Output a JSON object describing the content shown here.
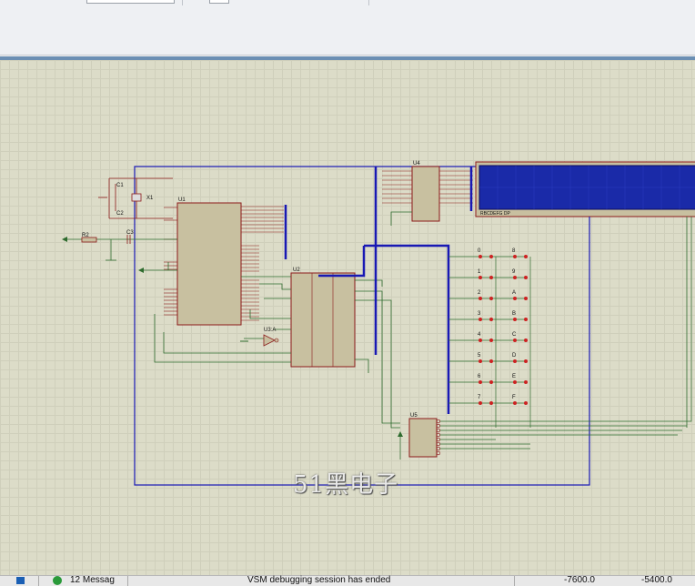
{
  "statusbar": {
    "messages": "12 Messag",
    "status_text": "VSM debugging session has ended",
    "coord_x": "-7600.0",
    "coord_y": "-5400.0"
  },
  "watermark": "51黑电子",
  "components": {
    "c1": "C1",
    "c2": "C2",
    "c3": "C3",
    "x1": "X1",
    "r2": "R2",
    "u1": "U1",
    "u2": "U2",
    "u3a": "U3:A",
    "u4": "U4",
    "u5": "U5",
    "lcd_pins": "RBCDEFG DP",
    "keys": [
      "0",
      "1",
      "2",
      "3",
      "4",
      "5",
      "6",
      "7",
      "8",
      "9",
      "A",
      "B",
      "C",
      "D",
      "E",
      "F"
    ]
  },
  "colors": {
    "wire_blue": "#1818b4",
    "wire_green": "#2e6b2e",
    "component_fill": "#c8c0a0",
    "component_border": "#8b1a1a",
    "lcd_blue": "#1a2aa8"
  }
}
